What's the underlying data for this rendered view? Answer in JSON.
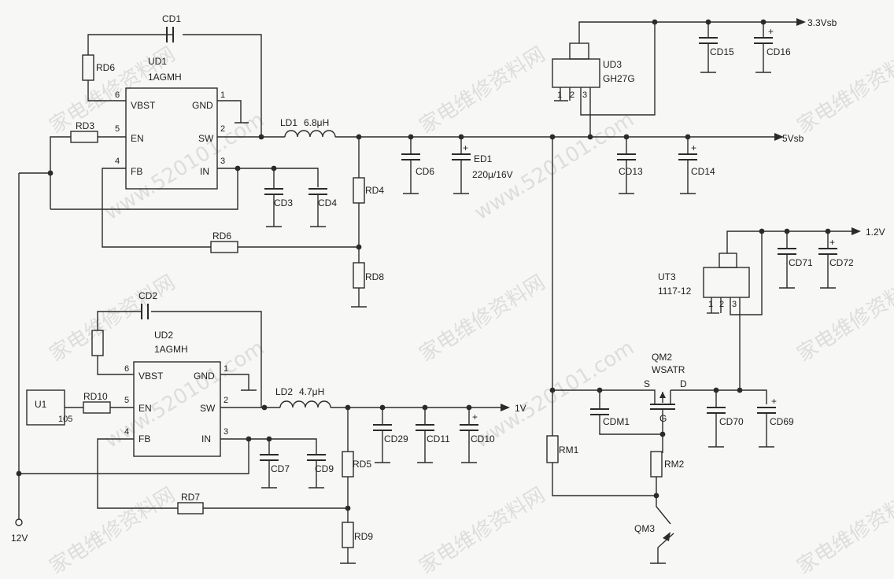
{
  "watermark": {
    "text_cn": "家电维修资料网",
    "text_url": "www.520101.com"
  },
  "chips": {
    "ud1": {
      "ref": "UD1",
      "part": "1AGMH",
      "pins": {
        "vbst": "VBST",
        "gnd": "GND",
        "en": "EN",
        "sw": "SW",
        "fb": "FB",
        "in": "IN"
      },
      "pin_numbers": {
        "p1": "1",
        "p2": "2",
        "p3": "3",
        "p4": "4",
        "p5": "5",
        "p6": "6"
      }
    },
    "ud2": {
      "ref": "UD2",
      "part": "1AGMH",
      "pins": {
        "vbst": "VBST",
        "gnd": "GND",
        "en": "EN",
        "sw": "SW",
        "fb": "FB",
        "in": "IN"
      },
      "pin_numbers": {
        "p1": "1",
        "p2": "2",
        "p3": "3",
        "p4": "4",
        "p5": "5",
        "p6": "6"
      }
    },
    "ud3": {
      "ref": "UD3",
      "part": "GH27G",
      "pin_numbers": {
        "p1": "1",
        "p2": "2",
        "p3": "3"
      }
    },
    "ut3": {
      "ref": "UT3",
      "part": "1117-12",
      "pin_numbers": {
        "p1": "1",
        "p2": "2",
        "p3": "3"
      }
    },
    "u1": {
      "ref": "U1",
      "value": "105"
    }
  },
  "inductors": {
    "ld1": {
      "ref": "LD1",
      "value": "6.8μH"
    },
    "ld2": {
      "ref": "LD2",
      "value": "4.7μH"
    }
  },
  "capacitors": {
    "cd1": "CD1",
    "cd2": "CD2",
    "cd3": "CD3",
    "cd4": "CD4",
    "cd6": "CD6",
    "cd7": "CD7",
    "cd9": "CD9",
    "cd10": "CD10",
    "cd11": "CD11",
    "cd13": "CD13",
    "cd14": "CD14",
    "cd15": "CD15",
    "cd16": "CD16",
    "cd29": "CD29",
    "cd69": "CD69",
    "cd70": "CD70",
    "cd71": "CD71",
    "cd72": "CD72",
    "cdm1": "CDM1",
    "ed1": {
      "ref": "ED1",
      "value": "220μ/16V"
    }
  },
  "resistors": {
    "rd3": "RD3",
    "rd4": "RD4",
    "rd5": "RD5",
    "rd6a": "RD6",
    "rd6b": "RD6",
    "rd7": "RD7",
    "rd8": "RD8",
    "rd9": "RD9",
    "rd10": "RD10",
    "rm1": "RM1",
    "rm2": "RM2"
  },
  "transistors": {
    "qm2": {
      "ref": "QM2",
      "part": "WSATR",
      "pins": {
        "s": "S",
        "d": "D",
        "g": "G"
      }
    },
    "qm3": {
      "ref": "QM3"
    }
  },
  "rails": {
    "v3_3sb": "3.3Vsb",
    "v5sb": "5Vsb",
    "v1_2": "1.2V",
    "v1": "1V",
    "v12": "12V"
  },
  "polarity_mark": "+"
}
